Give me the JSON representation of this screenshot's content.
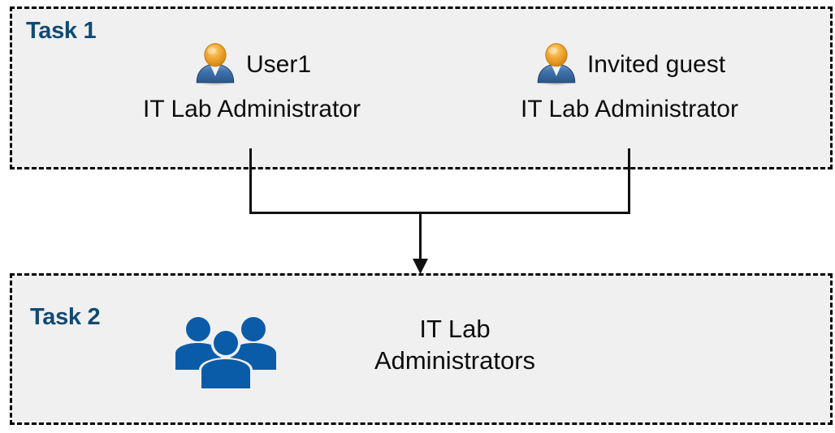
{
  "diagram": {
    "title_color": "#104A73",
    "panel_fill": "#f0f0f0",
    "panel_border_color": "#000000",
    "group_icon_color": "#0A5CA8",
    "connector_color": "#000000"
  },
  "task1": {
    "label": "Task 1",
    "people": [
      {
        "icon": "user-icon",
        "name": "User1",
        "role": "IT Lab Administrator"
      },
      {
        "icon": "user-icon",
        "name": "Invited guest",
        "role": "IT Lab Administrator"
      }
    ]
  },
  "task2": {
    "label": "Task 2",
    "group": {
      "icon": "people-group-icon",
      "name_line1": "IT Lab",
      "name_line2": "Administrators"
    }
  },
  "connector": {
    "icon": "down-arrow-icon",
    "from": [
      "User1",
      "Invited guest"
    ],
    "to": "IT Lab Administrators"
  }
}
